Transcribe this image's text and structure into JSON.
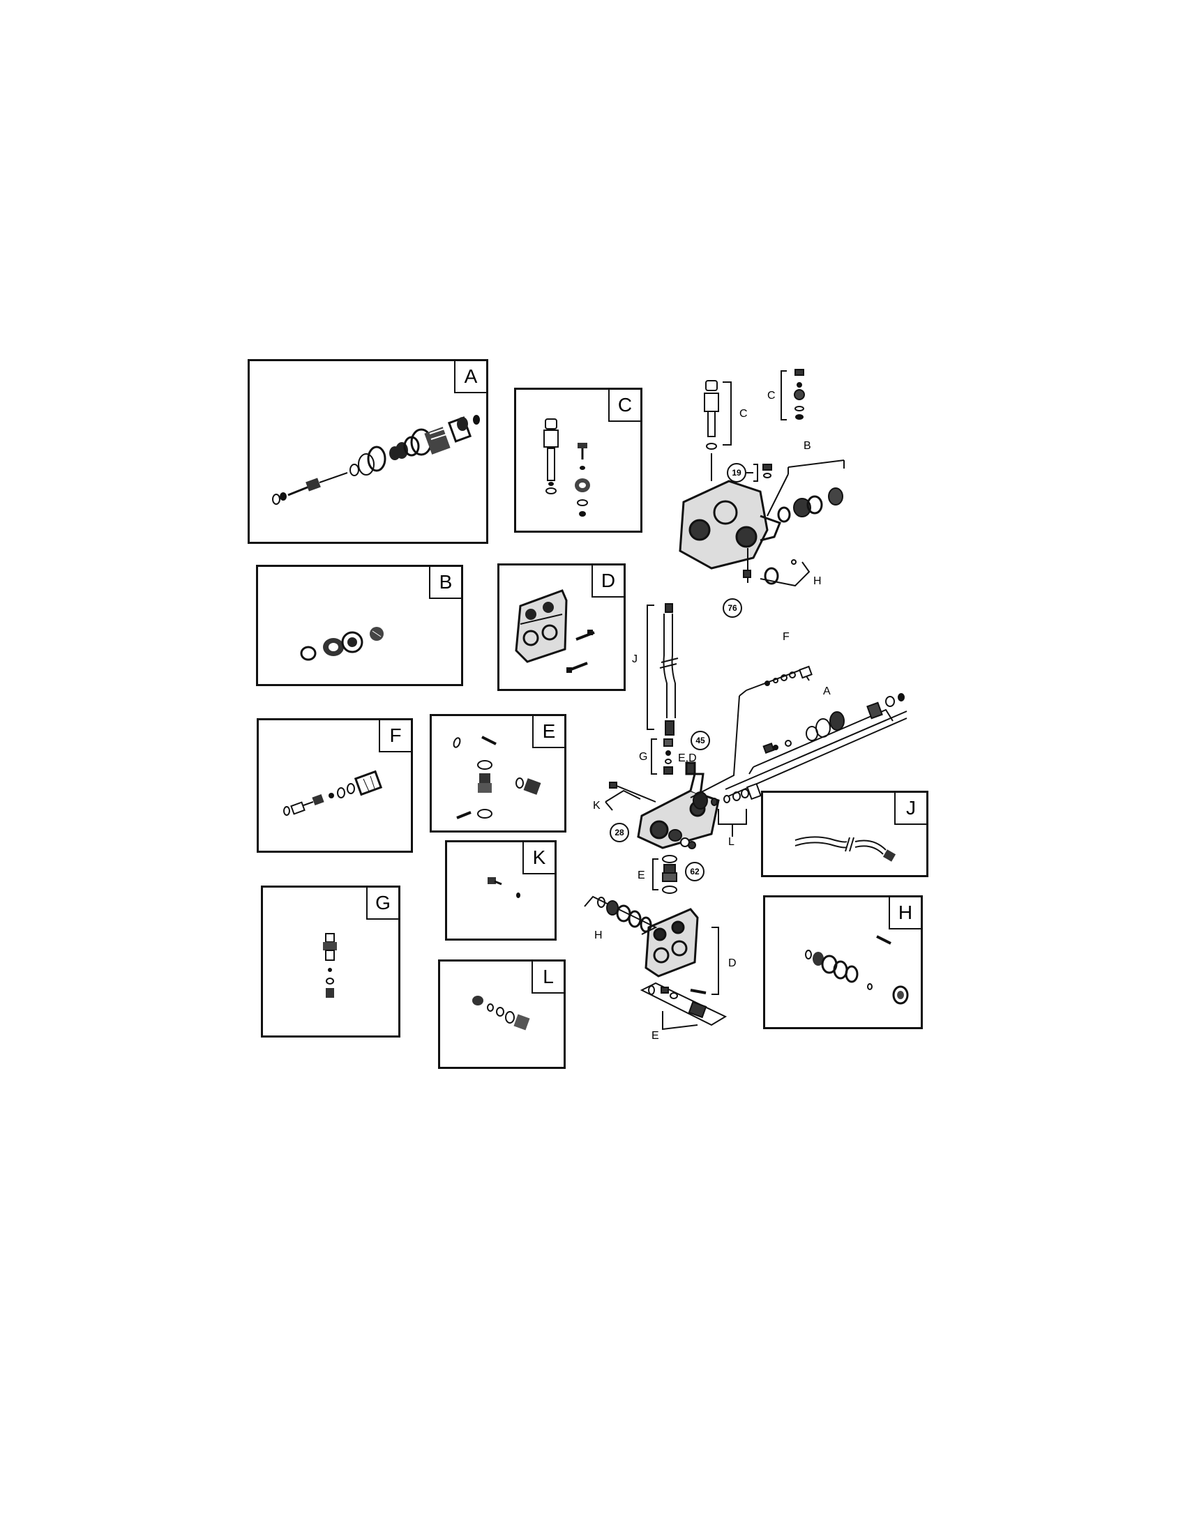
{
  "panels": [
    {
      "id": "A",
      "label": "A"
    },
    {
      "id": "B",
      "label": "B"
    },
    {
      "id": "C",
      "label": "C"
    },
    {
      "id": "D",
      "label": "D"
    },
    {
      "id": "E",
      "label": "E"
    },
    {
      "id": "F",
      "label": "F"
    },
    {
      "id": "G",
      "label": "G"
    },
    {
      "id": "H",
      "label": "H"
    },
    {
      "id": "J",
      "label": "J"
    },
    {
      "id": "K",
      "label": "K"
    },
    {
      "id": "L",
      "label": "L"
    }
  ],
  "main_labels": {
    "c_top_right": "C",
    "c_mid": "C",
    "b": "B",
    "h_upper": "H",
    "f": "F",
    "a": "A",
    "j": "J",
    "g": "G",
    "ed": "E,D",
    "k": "K",
    "l": "L",
    "e_mid": "E",
    "h_lower": "H",
    "d": "D",
    "e_bottom": "E"
  },
  "callouts": {
    "c19": "19",
    "c76": "76",
    "c45": "45",
    "c28": "28",
    "c62": "62"
  }
}
